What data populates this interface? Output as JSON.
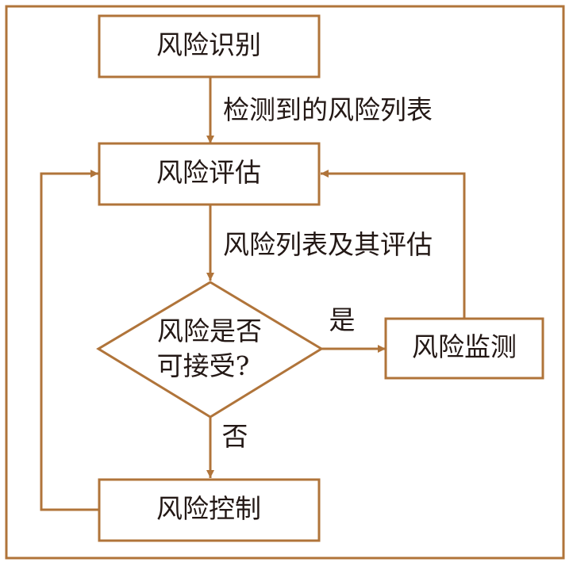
{
  "colors": {
    "accent": "#b0743a",
    "text": "#231815",
    "background": "#ffffff"
  },
  "nodes": {
    "identify": "风险识别",
    "assess": "风险评估",
    "decision_line1": "风险是否",
    "decision_line2": "可接受?",
    "monitor": "风险监测",
    "control": "风险控制"
  },
  "edges": {
    "identify_to_assess": "检测到的风险列表",
    "assess_to_decision": "风险列表及其评估",
    "yes": "是",
    "no": "否"
  }
}
